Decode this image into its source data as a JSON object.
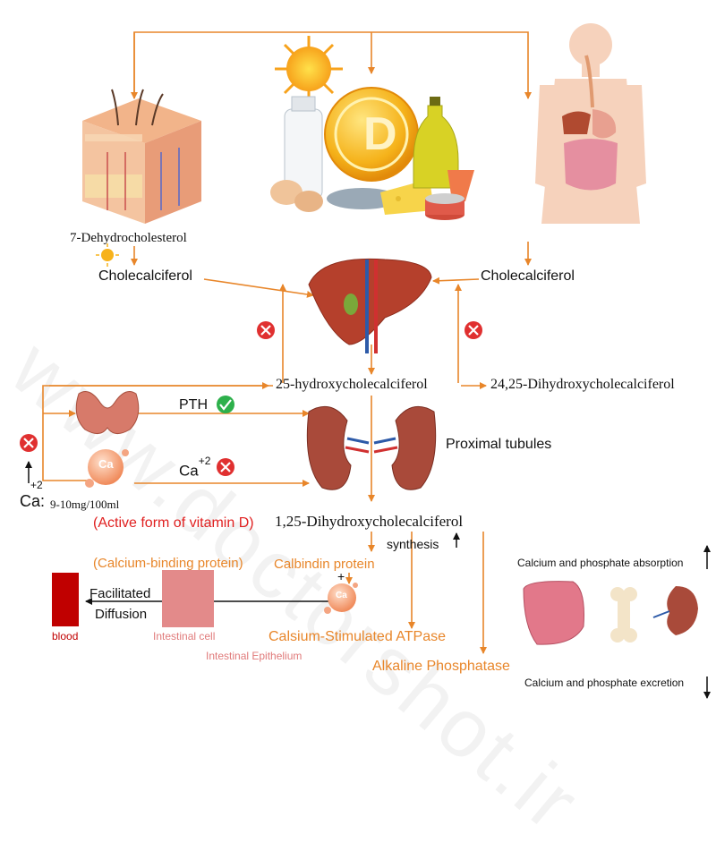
{
  "watermark": "www.doctorshot.ir",
  "vitamin_badge": "D",
  "labels": {
    "dehydro": "7-Dehydrocholesterol",
    "chole_left": "Cholecalciferol",
    "chole_right": "Cholecalciferol",
    "hydroxy25": "25-hydroxycholecalciferol",
    "dihydroxy2425": "24,25-Dihydroxycholecalciferol",
    "pth": "PTH",
    "ca_superscript": "+2",
    "ca_label": "Ca",
    "proximal": "Proximal tubules",
    "ca_level_superscript": "+2",
    "ca_level": "Ca:",
    "ca_range": "9-10mg/100ml",
    "ca_ion_badge": "Ca",
    "active_form": "(Active form of vitamin D)",
    "dihydroxy125": "1,25-Dihydroxycholecalciferol",
    "synthesis": "synthesis",
    "calcium_binding": "(Calcium-binding protein)",
    "calbindin": "Calbindin protein",
    "plus": "+",
    "facilitated": "Facilitated",
    "diffusion": "Diffusion",
    "blood": "blood",
    "intestinal_cell": "Intestinal cell",
    "intestinal_epithelium": "Intestinal Epithelium",
    "atpase": "Calsium-Stimulated ATPase",
    "alkaline": "Alkaline Phosphatase",
    "absorption": "Calcium and phosphate absorption",
    "excretion": "Calcium and phosphate excretion"
  },
  "colors": {
    "arrow": "#e8862a",
    "blood": "#c00000",
    "intestinal_cell": "#e38a8a",
    "inhibit": "#e03030",
    "check": "#2db04b"
  }
}
